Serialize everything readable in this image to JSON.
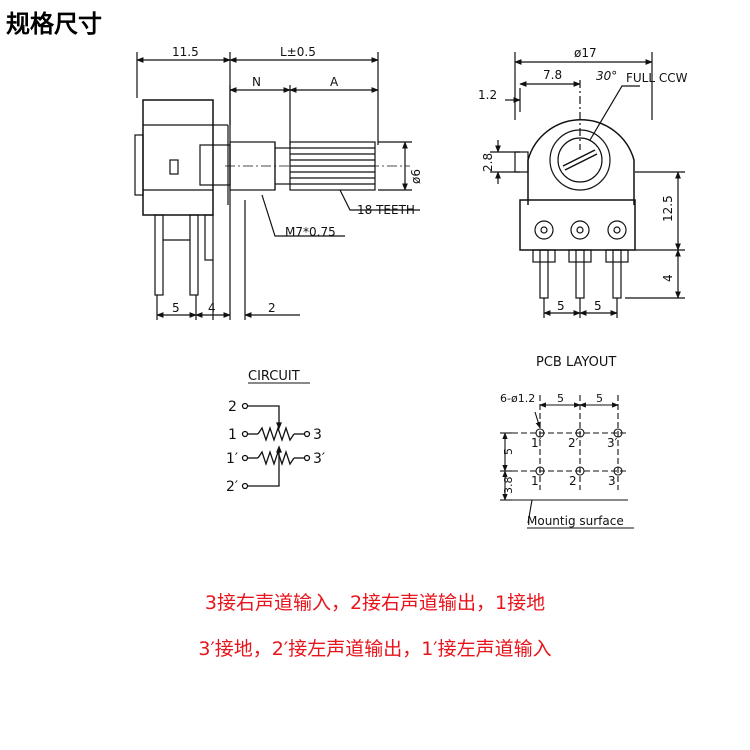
{
  "title": "规格尺寸",
  "side_view": {
    "dims": {
      "d11_5": "11.5",
      "dL": "L±0.5",
      "dN": "N",
      "dA": "A",
      "d6": "ø6",
      "d5": "5",
      "d4": "4",
      "d2": "2",
      "thread": "M7*0.75",
      "teeth": "18 TEETH"
    }
  },
  "front_view": {
    "dims": {
      "d17": "ø17",
      "d7_8": "7.8",
      "angle": "30°",
      "ccw": "FULL CCW",
      "d1_2": "1.2",
      "d2_8": "2.8",
      "d12_5": "12.5",
      "d4": "4",
      "d5a": "5",
      "d5b": "5"
    }
  },
  "circuit": {
    "heading": "CIRCUIT",
    "p2": "2",
    "p1": "1",
    "p3": "3",
    "p1p": "1′",
    "p3p": "3′",
    "p2p": "2′"
  },
  "pcb": {
    "heading": "PCB LAYOUT",
    "holes": "6-ø1.2",
    "s5a": "5",
    "s5b": "5",
    "v5": "5",
    "v3_8": "3.8",
    "t1p": "1′",
    "t2p": "2′",
    "t3p": "3′",
    "b1": "1",
    "b2": "2",
    "b3": "3",
    "mount": "Mountig surface"
  },
  "notes": {
    "line1": "3接右声道输入，2接右声道输出，1接地",
    "line2": "3′接地，2′接左声道输出，1′接左声道输入"
  }
}
